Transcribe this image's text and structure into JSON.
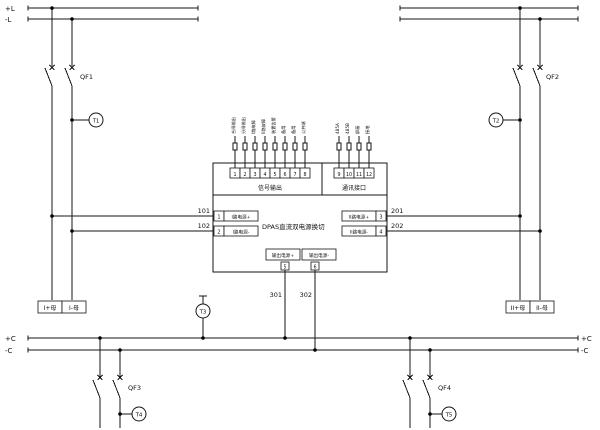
{
  "labels": {
    "bus_top_pos": "+L",
    "bus_top_neg": "-L",
    "bus_bot_pos_left": "+C",
    "bus_bot_neg_left": "-C",
    "bus_bot_pos_right": "+C",
    "bus_bot_neg_right": "-C"
  },
  "breakers": {
    "qf1": "QF1",
    "qf2": "QF2",
    "qf3": "QF3",
    "qf4": "QF4"
  },
  "transducers": {
    "t1": "T1",
    "t2": "T2",
    "t3": "T3",
    "t4": "T4",
    "t5": "T5"
  },
  "section_buses": {
    "i_pos": "I+母",
    "i_neg": "I-母",
    "ii_pos": "II+母",
    "ii_neg": "II-母"
  },
  "wire_numbers": {
    "w101": "101",
    "w102": "102",
    "w201": "201",
    "w202": "202",
    "w301": "301",
    "w302": "302"
  },
  "device": {
    "title": "DPAS直流双电源换切",
    "signal_group": "信号输出",
    "comm_group": "通讯接口",
    "signal_terminals": [
      "1",
      "2",
      "3",
      "4",
      "5",
      "6",
      "7",
      "8"
    ],
    "comm_terminals": [
      "9",
      "10",
      "11",
      "12"
    ],
    "signal_labels": [
      "合闸输出",
      "分闸输出",
      "I路故障",
      "II路故障",
      "装置告警",
      "备用",
      "备用",
      "公共端"
    ],
    "comm_labels": [
      "485A",
      "485B",
      "屏蔽",
      "接地"
    ],
    "input_left": [
      {
        "no": "1",
        "label": "I路电源+"
      },
      {
        "no": "2",
        "label": "I路电源-"
      }
    ],
    "input_right": [
      {
        "no": "3",
        "label": "II路电源+"
      },
      {
        "no": "4",
        "label": "II路电源-"
      }
    ],
    "output": [
      {
        "no": "5",
        "label": "输出电源+"
      },
      {
        "no": "6",
        "label": "输出电源-"
      }
    ]
  }
}
